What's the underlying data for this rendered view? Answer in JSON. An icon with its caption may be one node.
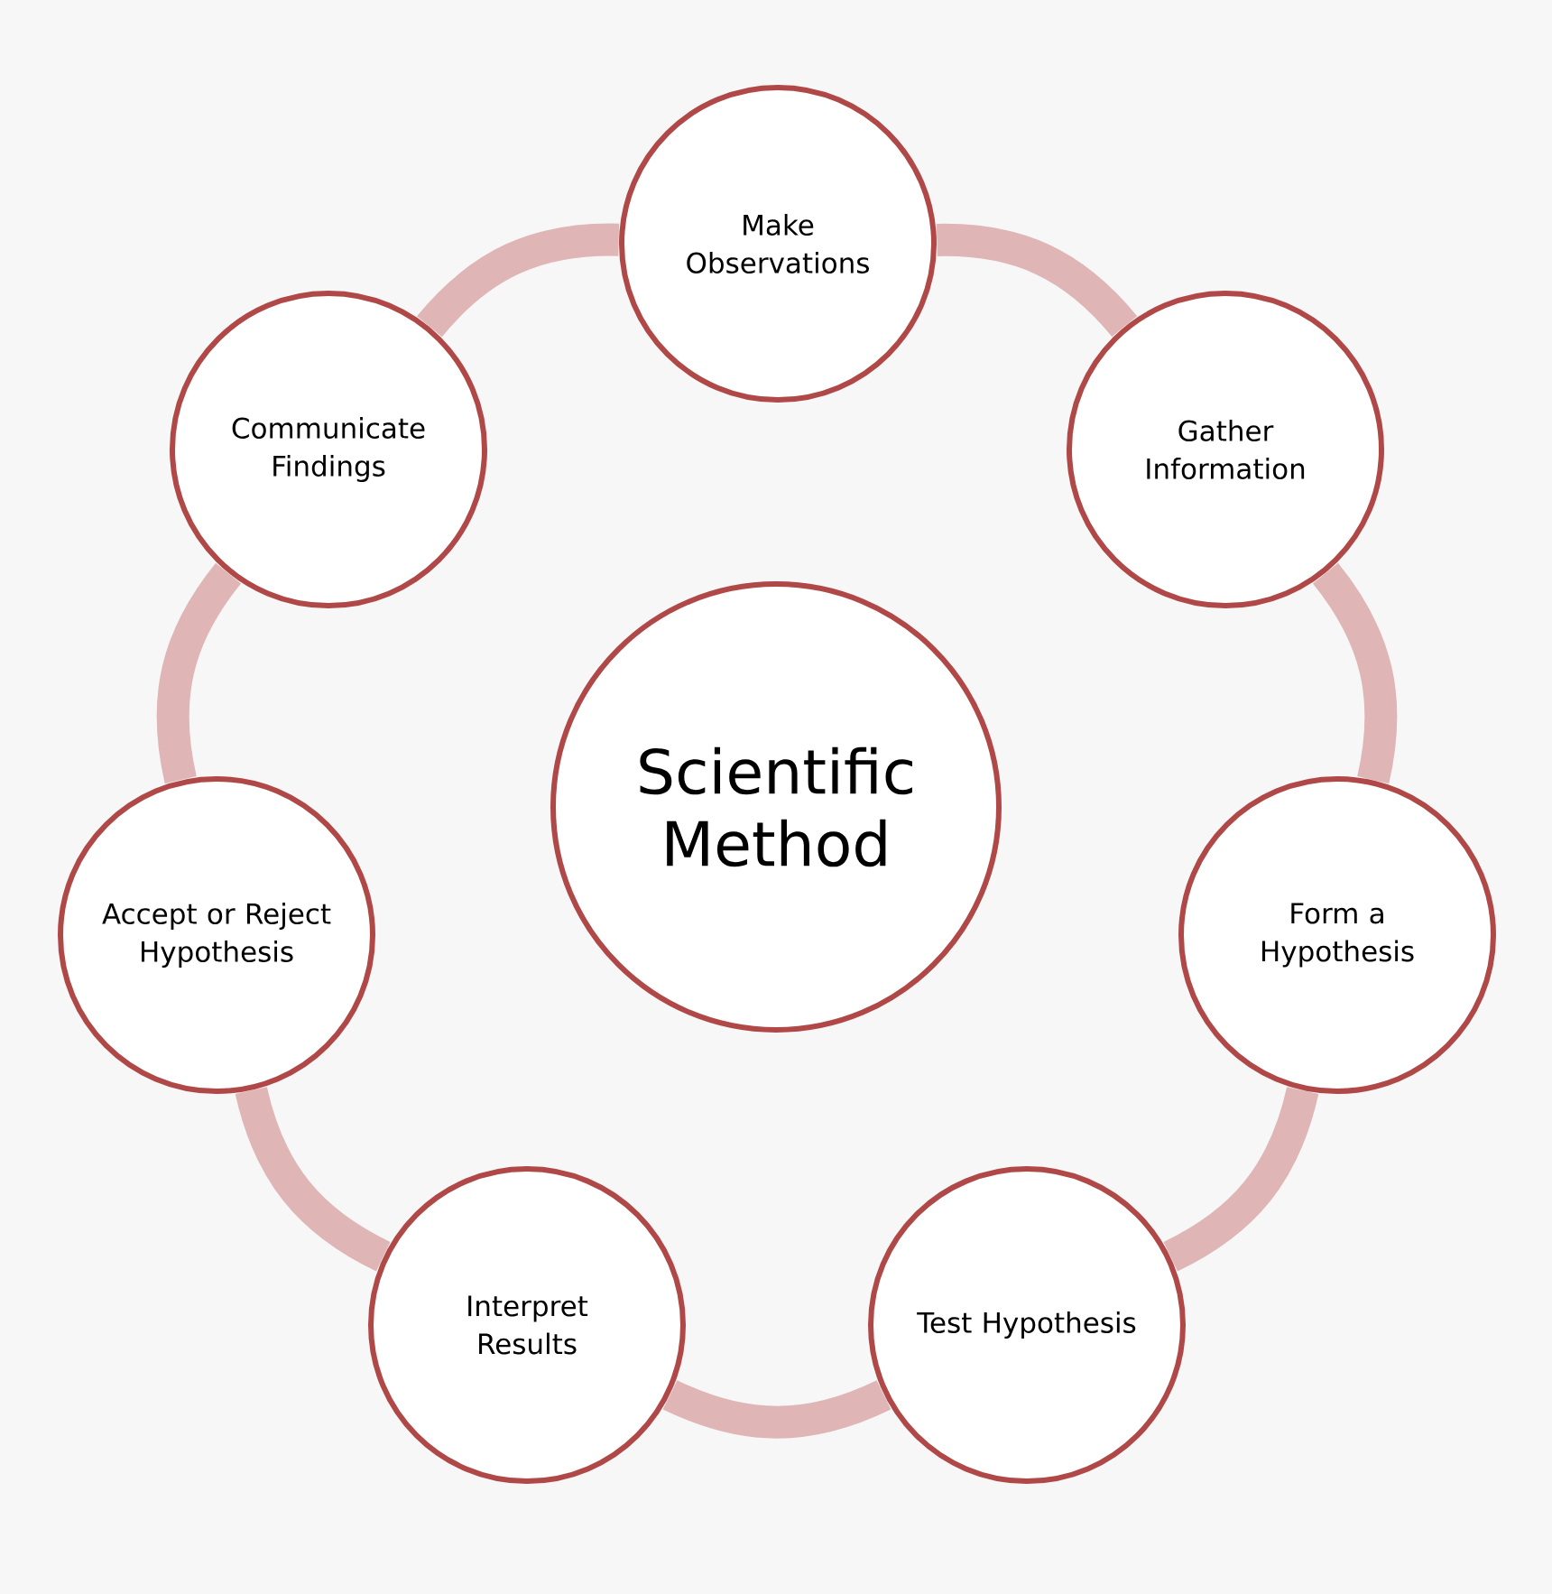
{
  "diagram": {
    "nodes": [
      {
        "text": [
          "Scientific Method"
        ]
      },
      {
        "text": [
          "Make Observations"
        ]
      },
      {
        "text": [
          "Gather Information"
        ]
      },
      {
        "text": [
          "Form a Hypothesis"
        ]
      },
      {
        "text": [
          "Test Hypothesis"
        ]
      },
      {
        "text": [
          "Interpret Results"
        ]
      },
      {
        "text": [
          "Accept or Reject Hypothesis"
        ]
      },
      {
        "text": [
          "Communicate Findings"
        ]
      }
    ],
    "edges": [
      {
        "from": 1,
        "to": 2,
        "arrow": "none"
      },
      {
        "from": 2,
        "to": 3,
        "arrow": "none"
      },
      {
        "from": 3,
        "to": 4,
        "arrow": "none"
      },
      {
        "from": 4,
        "to": 5,
        "arrow": "none"
      },
      {
        "from": 5,
        "to": 6,
        "arrow": "none"
      },
      {
        "from": 6,
        "to": 7,
        "arrow": "none"
      },
      {
        "from": 7,
        "to": 1,
        "arrow": "none"
      }
    ]
  }
}
